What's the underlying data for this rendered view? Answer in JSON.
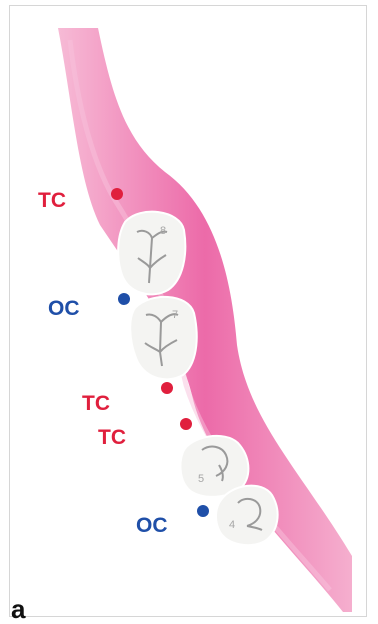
{
  "colors": {
    "gum": "#e9519a",
    "tooth": "#f4f4f2",
    "tc": "#e01f3d",
    "oc": "#1f4fa8"
  },
  "labels": [
    {
      "id": "tc1",
      "text": "TC",
      "kind": "tc"
    },
    {
      "id": "oc1",
      "text": "OC",
      "kind": "oc"
    },
    {
      "id": "tc2",
      "text": "TC",
      "kind": "tc"
    },
    {
      "id": "tc3",
      "text": "TC",
      "kind": "tc"
    },
    {
      "id": "oc2",
      "text": "OC",
      "kind": "oc"
    }
  ],
  "teeth": [
    {
      "number": "8"
    },
    {
      "number": "7"
    },
    {
      "number": "5"
    },
    {
      "number": "4"
    }
  ],
  "panel_label": "a"
}
